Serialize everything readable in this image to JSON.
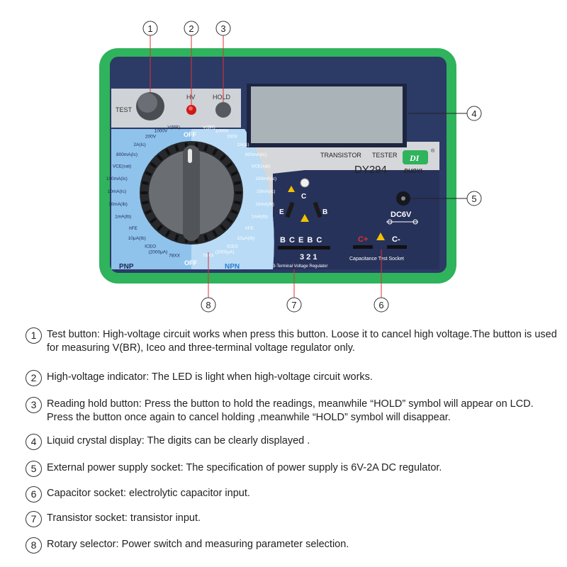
{
  "callouts": [
    {
      "num": "1",
      "text": "Test button: High-voltage circuit works when press this button. Loose it to cancel high voltage.The button is used for measuring V(BR), Iceo and three-terminal voltage regulator only."
    },
    {
      "num": "2",
      "text": "High-voltage indicator: The LED is light when high-voltage circuit works."
    },
    {
      "num": "3",
      "text": "Reading hold button: Press the button to hold the readings, meanwhile “HOLD” symbol will appear on LCD. Press the button once again to cancel holding ,meanwhile “HOLD” symbol will disappear."
    },
    {
      "num": "4",
      "text": "Liquid crystal display: The digits can be clearly displayed ."
    },
    {
      "num": "5",
      "text": "External power supply socket: The specification of power supply is 6V-2A DC regulator."
    },
    {
      "num": "6",
      "text": "Capacitor socket: electrolytic capacitor input."
    },
    {
      "num": "7",
      "text": "Transistor socket: transistor input."
    },
    {
      "num": "8",
      "text": "Rotary selector: Power switch and measuring parameter selection."
    }
  ],
  "device": {
    "test_label": "TEST",
    "hv_label": "HV",
    "hold_label": "HOLD",
    "title_left": "TRANSISTOR",
    "title_right": "TESTER",
    "model": "DY294",
    "brand": "DUOYI",
    "logo": "DI",
    "registered": "®",
    "dc_label": "DC6V",
    "socket_c": "C",
    "socket_e": "E",
    "socket_b": "B",
    "transistor_pins": "B C E B C",
    "regulator_pins": "3 2 1",
    "regulator_label": "3-Terminal Voltage Regulator",
    "cap_plus": "C+",
    "cap_minus": "C-",
    "cap_label": "Capacitance Test Socket",
    "pnp_label": "PNP",
    "npn_label": "NPN",
    "off_label": "OFF",
    "pnp_dial": [
      "V(BR)",
      "1000V",
      "200V",
      "2A(Ic)",
      "800mA(Ic)",
      "VCE(sat)",
      "100mA(Ic)",
      "10mA(Ic)",
      "10mA(Ib)",
      "1mA(Ib)",
      "hFE",
      "10μA(Ib)",
      "ICEO",
      "(2000μA)",
      "78XX"
    ],
    "npn_dial": [
      "V(BR)",
      "1000V",
      "200V",
      "2A(Ic)",
      "800mA(Ic)",
      "VCE(sat)",
      "100mA(Ic)",
      "10mA(Ic)",
      "10mA(Ib)",
      "1mA(Ib)",
      "hFE",
      "10μA(Ib)",
      "ICEO",
      "(2000μA)",
      "78XX"
    ]
  },
  "colors": {
    "case_green": "#2fb35c",
    "panel_navy": "#2c3a66",
    "panel_blue": "#8fc3ec",
    "npn_blue": "#2a7fd0",
    "lcd": "#a9b3b8",
    "led_red": "#cc1a1a"
  }
}
